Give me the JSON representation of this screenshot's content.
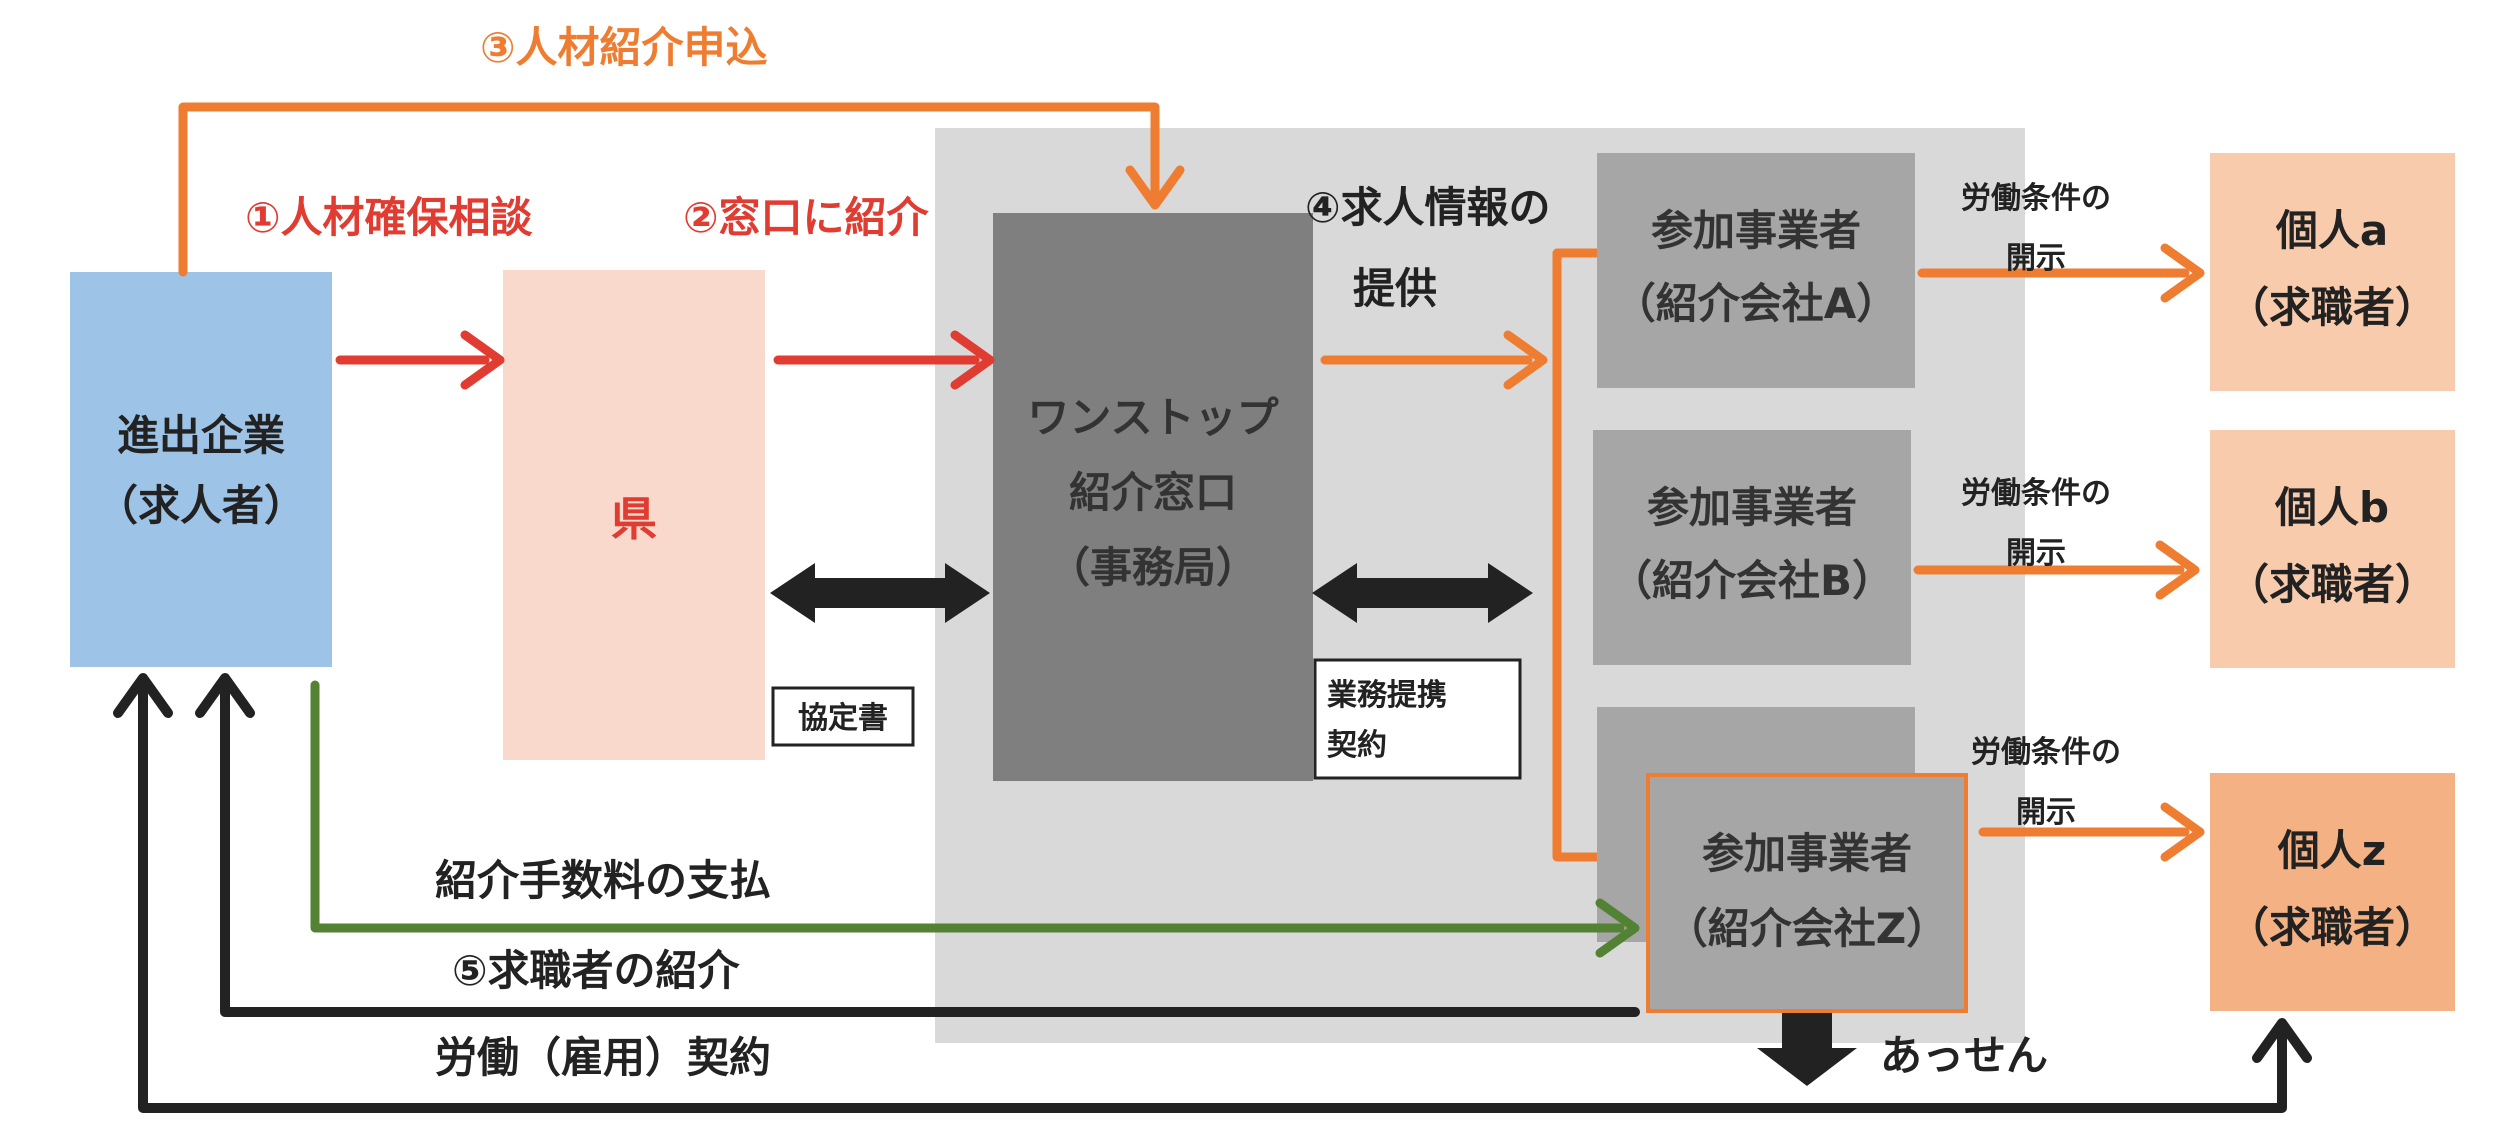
{
  "colors": {
    "red": "#e03c31",
    "orange": "#ee7d31",
    "green": "#548235",
    "black": "#222222",
    "blue_box": "#9dc3e6",
    "pref_box": "#f8d9cc",
    "panel_gray": "#d9d9d9",
    "onestop_gray": "#7f7f7f",
    "member_gray": "#a6a6a6",
    "person_light": "#f8cbad",
    "person_dark": "#f4b183"
  },
  "nodes": {
    "employer": {
      "line1": "進出企業",
      "line2": "（求人者）"
    },
    "prefecture": {
      "label": "県"
    },
    "onestop": {
      "line1": "ワンストップ",
      "line2": "紹介窓口",
      "line3": "（事務局）"
    },
    "member_a": {
      "line1": "参加事業者",
      "line2": "（紹介会社A）"
    },
    "member_b": {
      "line1": "参加事業者",
      "line2": "（紹介会社B）"
    },
    "member_z": {
      "line1": "参加事業者",
      "line2": "（紹介会社Z）"
    },
    "person_a": {
      "line1": "個人a",
      "line2": "（求職者）"
    },
    "person_b": {
      "line1": "個人b",
      "line2": "（求職者）"
    },
    "person_z": {
      "line1": "個人z",
      "line2": "（求職者）"
    }
  },
  "labels": {
    "step1": "①人材確保相談",
    "step2": "②窓口に紹介",
    "step3": "③人材紹介申込",
    "step4_line1": "④求人情報の",
    "step4_line2": "提供",
    "step5": "⑤求職者の紹介",
    "fee": "紹介手数料の支払",
    "labor_contract": "労働（雇用）契約",
    "agreement": "協定書",
    "partnership_line1": "業務提携",
    "partnership_line2": "契約",
    "disclosure_line1": "労働条件の",
    "disclosure_line2": "開示",
    "mediation": "あっせん"
  }
}
